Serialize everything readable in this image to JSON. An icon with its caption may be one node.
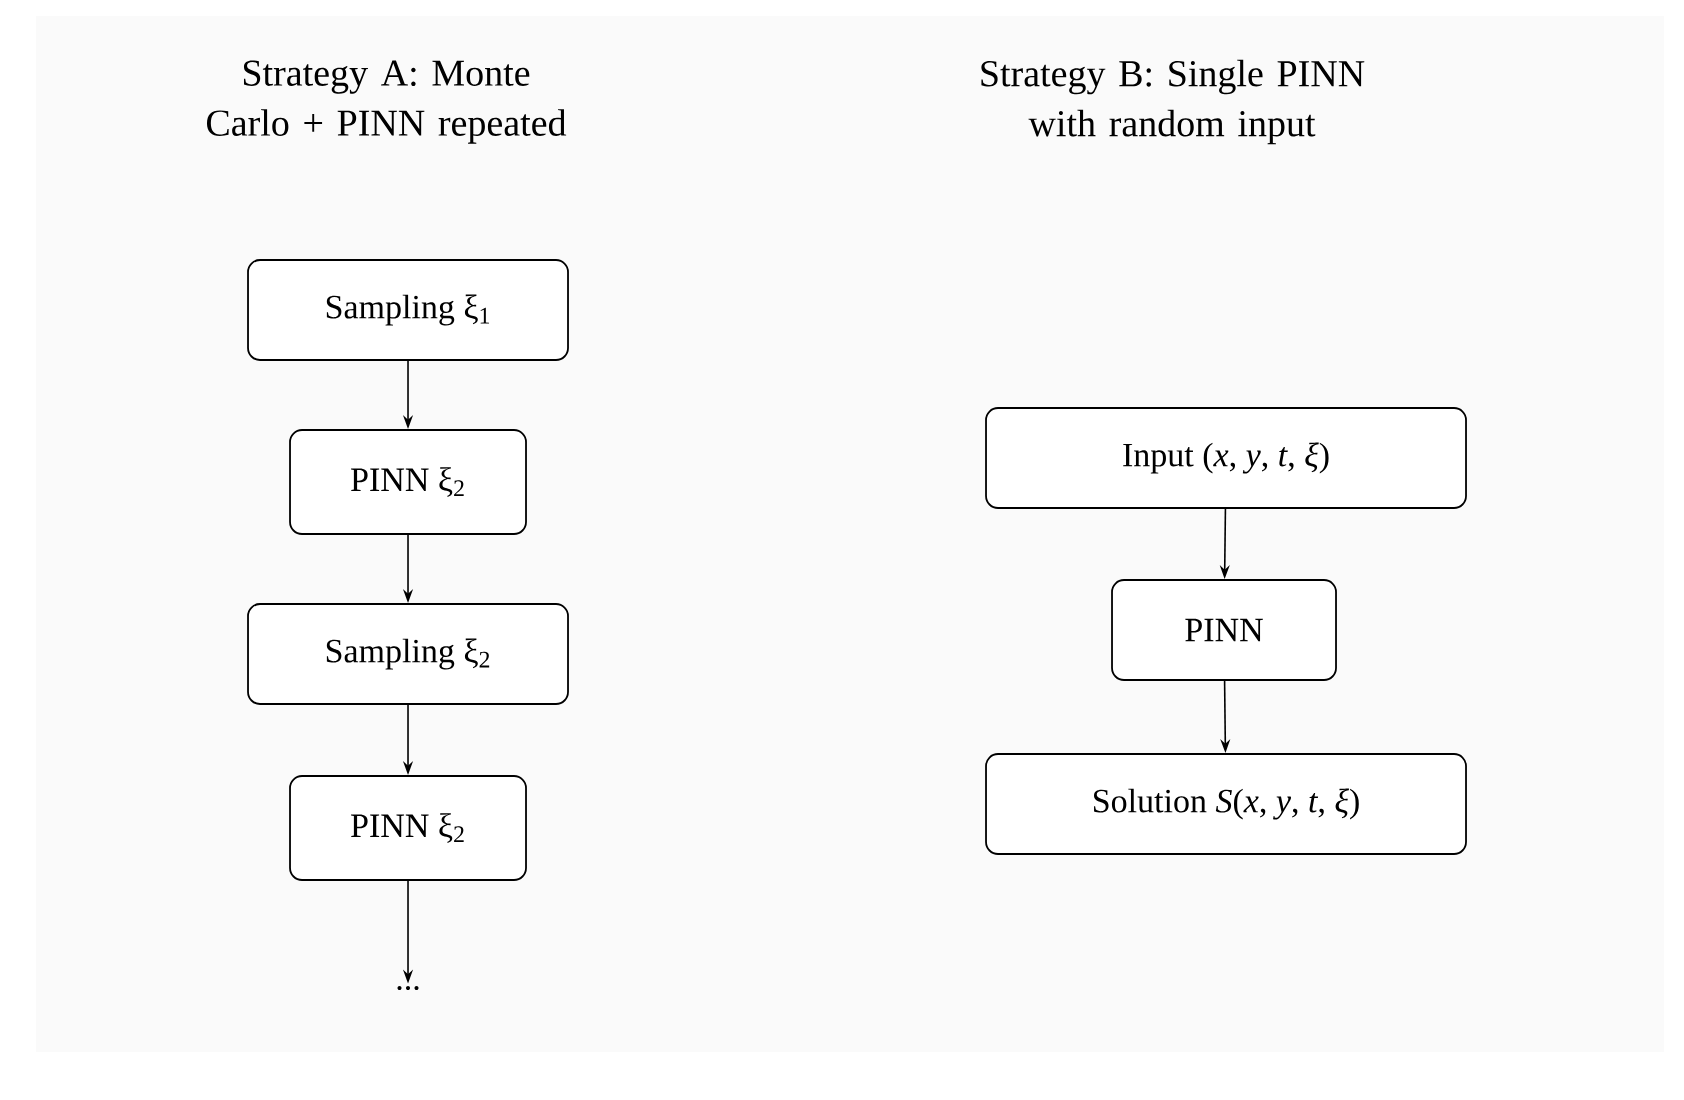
{
  "diagram": {
    "nodes": [
      {
        "text": [
          "Sampling ξ$_{1}$"
        ]
      },
      {
        "text": [
          "PINN ξ$_{2}$"
        ]
      },
      {
        "text": [
          "Sampling ξ$_{2}$"
        ]
      },
      {
        "text": [
          "PINN ξ$_{2}$"
        ]
      },
      {
        "text": [
          "..."
        ]
      },
      {
        "text": [
          "Input (*x*, *y*, *t*, *ξ*)"
        ]
      },
      {
        "text": [
          "PINN"
        ]
      },
      {
        "text": [
          "Solution *S*(*x*, *y*, *t*, *ξ*)"
        ]
      }
    ],
    "edges": [
      {
        "from": 0,
        "to": 1,
        "arrow": "to"
      },
      {
        "from": 1,
        "to": 2,
        "arrow": "to"
      },
      {
        "from": 2,
        "to": 3,
        "arrow": "to"
      },
      {
        "from": 3,
        "to": 4,
        "arrow": "to"
      },
      {
        "from": 5,
        "to": 6,
        "arrow": "to"
      },
      {
        "from": 6,
        "to": 7,
        "arrow": "to"
      }
    ],
    "labels": [
      "Strategy A: Monte Carlo + PINN repeated",
      "Strategy B: Single PINN with random input"
    ]
  }
}
